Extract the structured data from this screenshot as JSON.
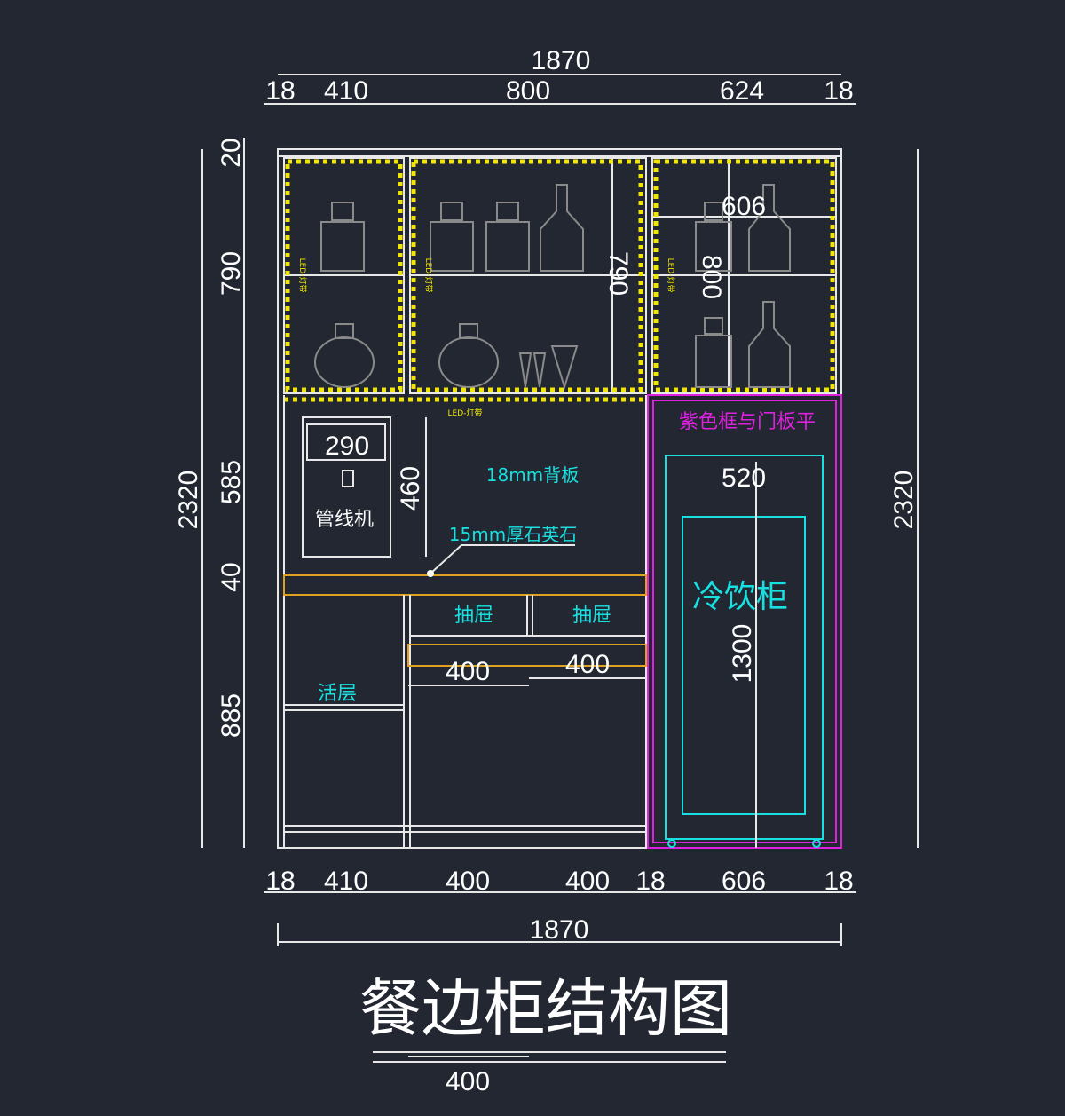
{
  "title": "餐边柜结构图",
  "title_overlap_dim": "400",
  "top_dims": {
    "total": "1870",
    "segments": [
      "18",
      "410",
      "800",
      "624",
      "18"
    ]
  },
  "left_dims": {
    "total": "2320",
    "segments": [
      "20",
      "790",
      "585",
      "40",
      "885"
    ]
  },
  "right_dims": {
    "total": "2320"
  },
  "bottom_dims": {
    "total": "1870",
    "segments": [
      "18",
      "410",
      "400",
      "400",
      "18",
      "606",
      "18"
    ]
  },
  "labels": {
    "shelf_606": "606",
    "mid_790": "790",
    "right_800": "800",
    "led_strip": "LED-灯带",
    "pipeline_machine_290": "290",
    "pipeline_machine": "管线机",
    "height_460": "460",
    "back_panel": "18mm背板",
    "quartz": "15mm厚石英石",
    "purple_note": "紫色框与门板平",
    "fridge_width": "520",
    "fridge": "冷饮柜",
    "fridge_height": "1300",
    "drawer_1": "抽屉",
    "drawer_2": "抽屉",
    "drawer_w1": "400",
    "drawer_w2": "400",
    "adjustable_shelf": "活层"
  },
  "colors": {
    "background": "#222731",
    "led": "#f2e600",
    "cyan": "#19e0e0",
    "magenta": "#e020e0"
  }
}
